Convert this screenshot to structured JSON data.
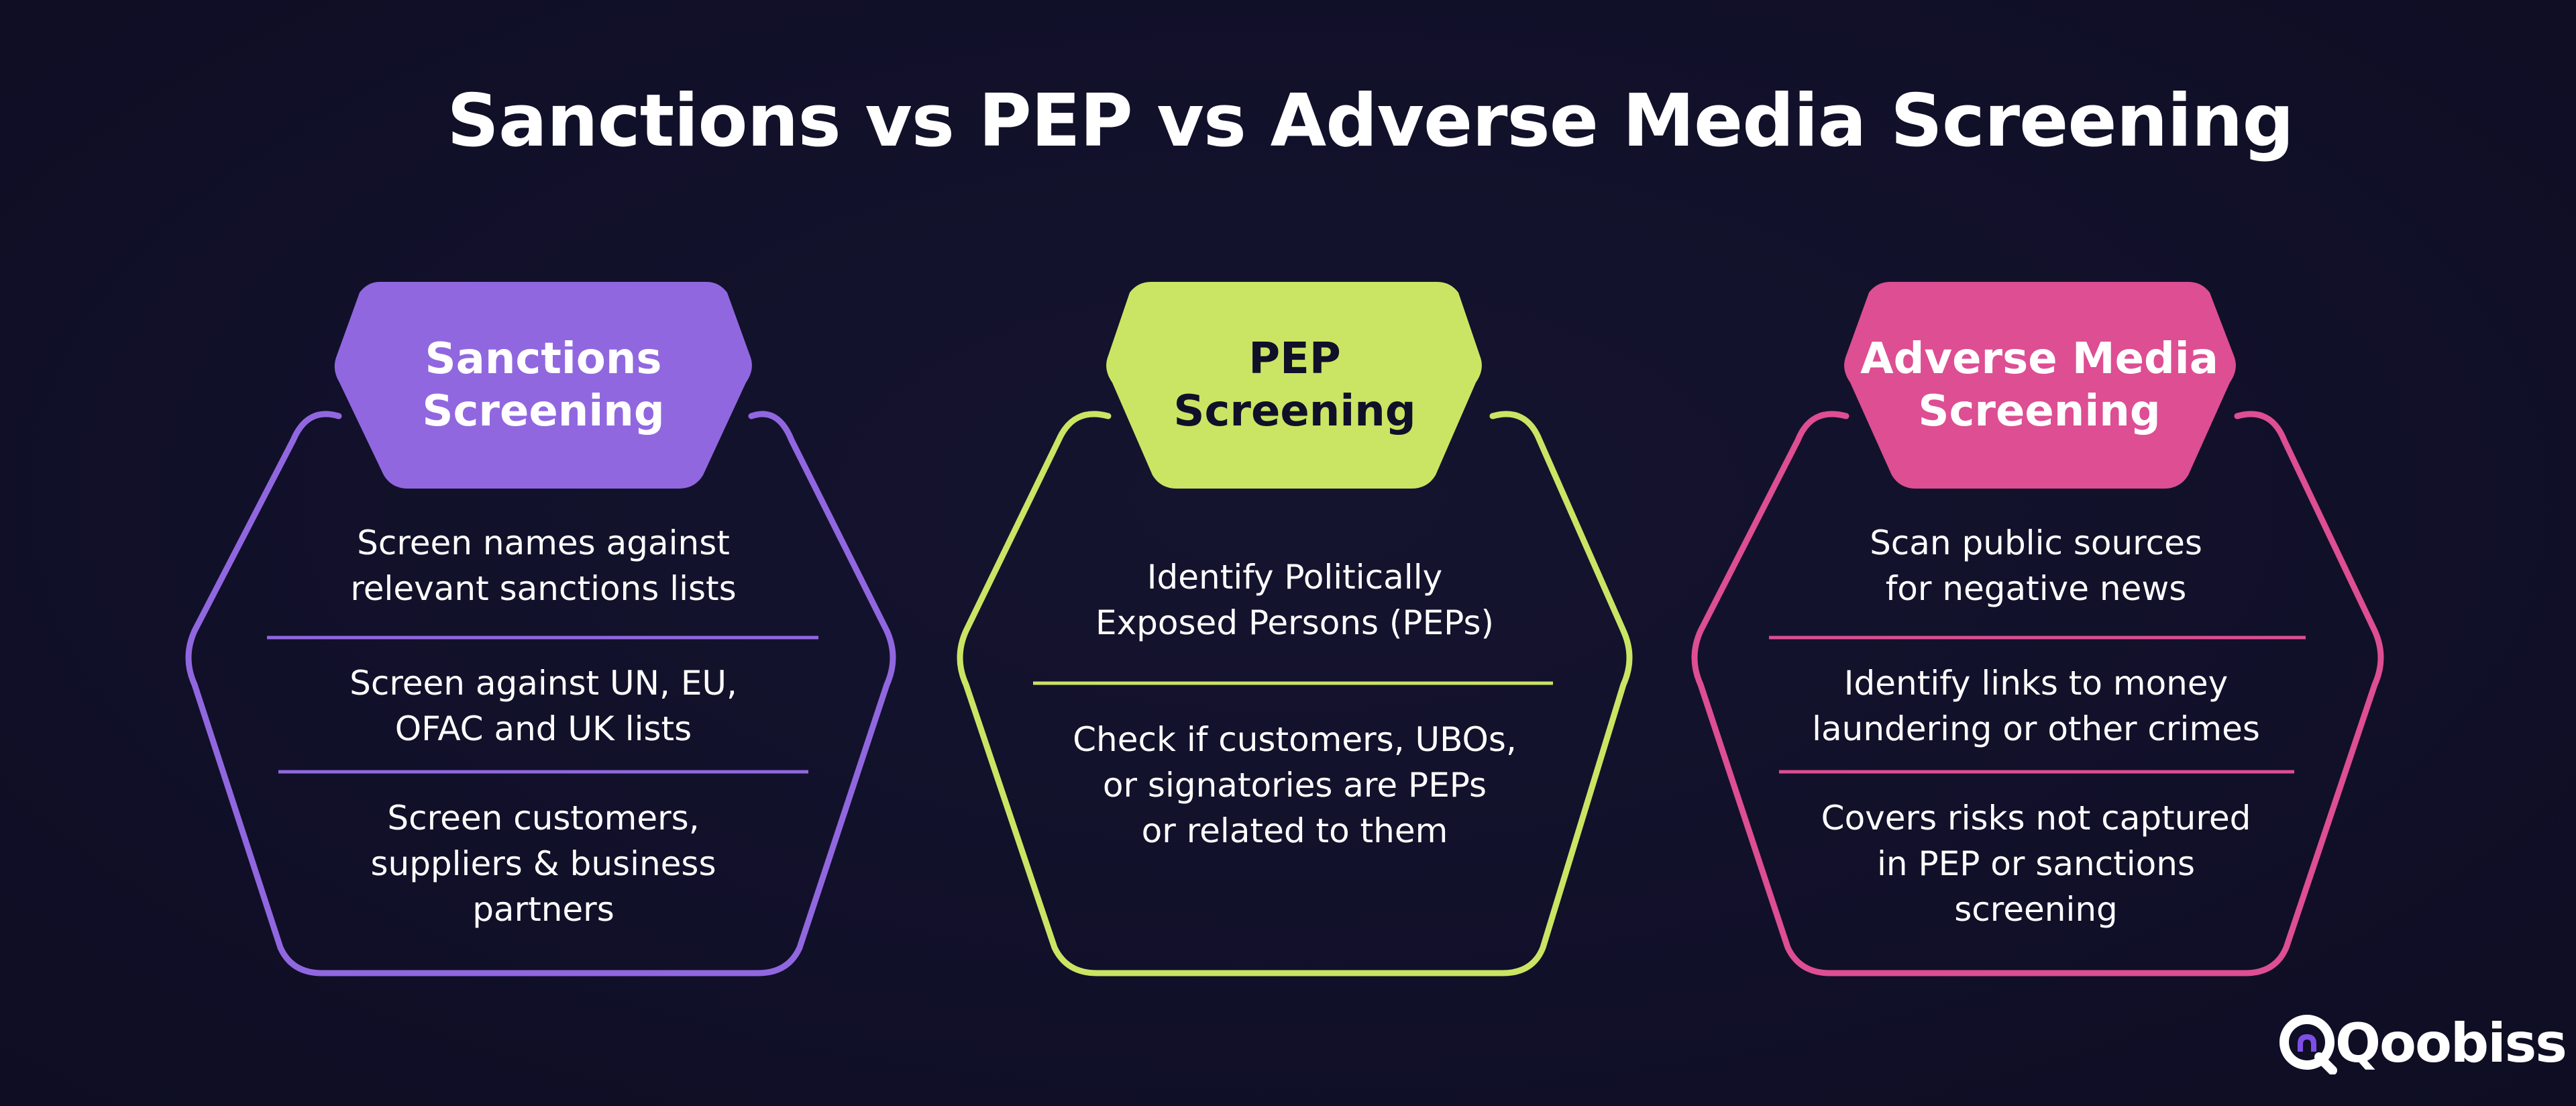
{
  "title": "Sanctions vs PEP vs Adverse Media Screening",
  "columns": [
    {
      "heading": "Sanctions\nScreening",
      "accent": "#9167E0",
      "heading_text_color": "#ffffff",
      "items": [
        "Screen names against\nrelevant sanctions lists",
        "Screen against UN, EU,\nOFAC and UK lists",
        "Screen customers,\nsuppliers & business\npartners"
      ]
    },
    {
      "heading": "PEP\nScreening",
      "accent": "#CAE563",
      "heading_text_color": "#111029",
      "items": [
        "Identify Politically\nExposed Persons (PEPs)",
        "Check if customers, UBOs,\nor signatories are PEPs\nor related to them"
      ]
    },
    {
      "heading": "Adverse Media\nScreening",
      "accent": "#DD4E93",
      "heading_text_color": "#ffffff",
      "items": [
        "Scan public sources\nfor negative news",
        "Identify links to money\nlaundering or other crimes",
        "Covers risks not captured\nin PEP or sanctions\nscreening"
      ]
    }
  ],
  "brand": {
    "name": "Qoobiss",
    "logo_icon": "qoobiss-q-icon",
    "accent": "#7E4FE6"
  }
}
